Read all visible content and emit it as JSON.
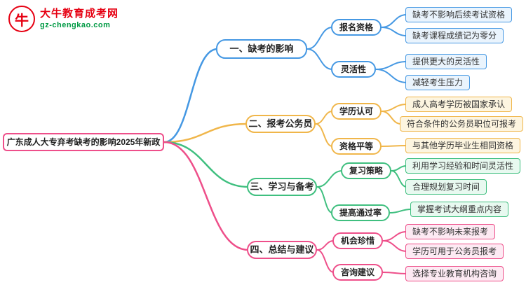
{
  "logo": {
    "icon_char": "牛",
    "title": "大牛教育成考网",
    "subtitle": "gz-chengkao.com",
    "brand_color": "#e60012",
    "accent_color": "#009a44"
  },
  "root": {
    "label": "广东成人大专弃考缺考的影响2025年新政",
    "color": "#ee4f8a"
  },
  "branches": [
    {
      "label": "一、缺考的影响",
      "color": "#4598e3",
      "leaf_bg": "#eaf4fd",
      "children": [
        {
          "label": "报名资格",
          "leaves": [
            "缺考不影响后续考试资格",
            "缺考课程成绩记为零分"
          ]
        },
        {
          "label": "灵活性",
          "leaves": [
            "提供更大的灵活性",
            "减轻考生压力"
          ]
        }
      ]
    },
    {
      "label": "二、报考公务员",
      "color": "#f0b64a",
      "leaf_bg": "#fdf5e0",
      "children": [
        {
          "label": "学历认可",
          "leaves": [
            "成人高考学历被国家承认",
            "符合条件的公务员职位可报考"
          ]
        },
        {
          "label": "资格平等",
          "leaves": [
            "与其他学历毕业生相同资格"
          ]
        }
      ]
    },
    {
      "label": "三、学习与备考",
      "color": "#3fbf7f",
      "leaf_bg": "#e8f9f0",
      "children": [
        {
          "label": "复习策略",
          "leaves": [
            "利用学习经验和时间灵活性",
            "合理规划复习时间"
          ]
        },
        {
          "label": "提高通过率",
          "leaves": [
            "掌握考试大纲重点内容"
          ]
        }
      ]
    },
    {
      "label": "四、总结与建议",
      "color": "#ee4f8a",
      "leaf_bg": "#fdeaf3",
      "children": [
        {
          "label": "机会珍惜",
          "leaves": [
            "缺考不影响未来报考",
            "学历可用于公务员报考"
          ]
        },
        {
          "label": "咨询建议",
          "leaves": [
            "选择专业教育机构咨询"
          ]
        }
      ]
    }
  ]
}
